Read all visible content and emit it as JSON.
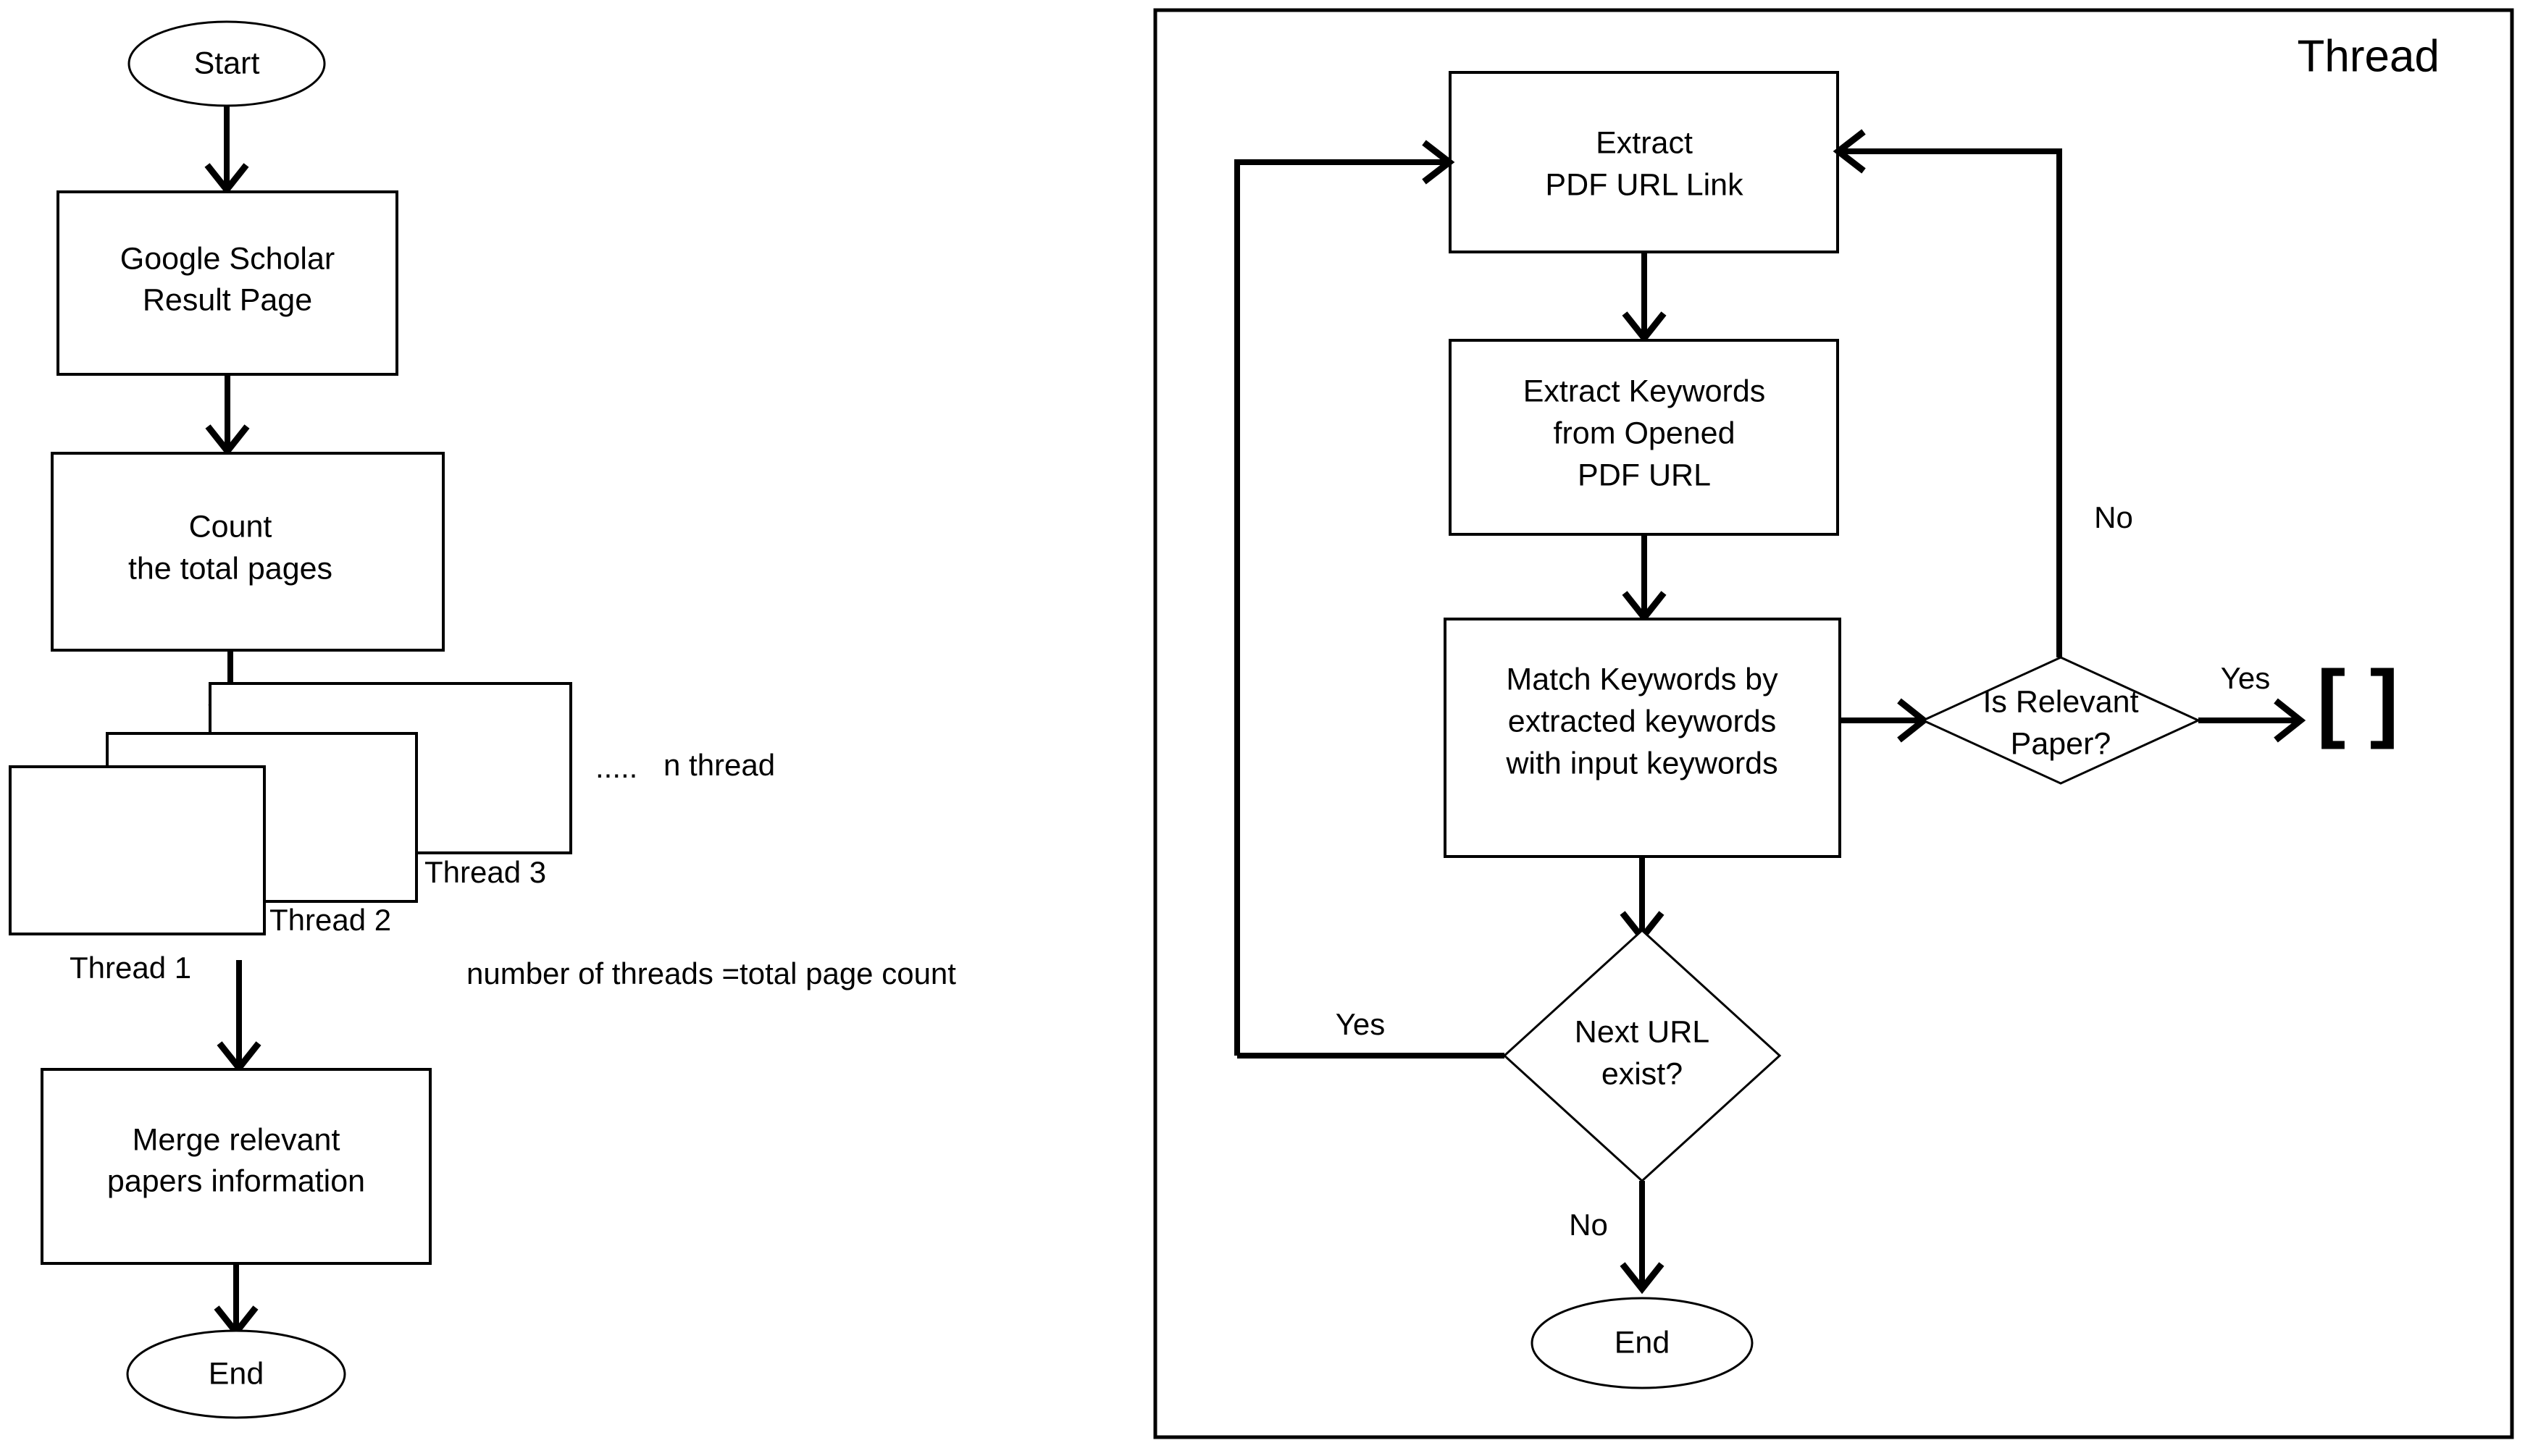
{
  "diagram": {
    "title": "Google Scholar multithreaded paper crawling flowchart",
    "panel": {
      "label": "Thread"
    },
    "main_flow": {
      "start_node": "Start",
      "nodes": [
        {
          "id": "google-scholar-result-page",
          "line1": "Google Scholar",
          "line2": "Result Page"
        },
        {
          "id": "count-total-pages",
          "line1": "Count",
          "line2": "the total pages"
        },
        {
          "id": "merge-relevant-papers",
          "line1": "Merge relevant",
          "line2": "papers information"
        }
      ],
      "end_node": "End",
      "thread_stack": {
        "labels": [
          "Thread 1",
          "Thread 2",
          "Thread 3"
        ],
        "ellipsis": ".....",
        "n_thread_label": "n thread",
        "note": "number of threads =total page count"
      }
    },
    "thread_flow": {
      "nodes": [
        {
          "id": "extract-pdf-url-link",
          "line1": "Extract",
          "line2": "PDF URL Link"
        },
        {
          "id": "extract-keywords",
          "line1": "Extract Keywords",
          "line2": "from Opened",
          "line3": "PDF URL"
        },
        {
          "id": "match-keywords",
          "line1": "Match Keywords by",
          "line2": "extracted keywords",
          "line3": "with input keywords"
        }
      ],
      "decisions": [
        {
          "id": "is-relevant-paper",
          "line1": "Is Relevant",
          "line2": "Paper?",
          "yes_label": "Yes",
          "no_label": "No"
        },
        {
          "id": "next-url-exist",
          "line1": "Next URL",
          "line2": "exist?",
          "yes_label": "Yes",
          "no_label": "No"
        }
      ],
      "result_symbol": "[ ]",
      "end_node": "End"
    },
    "colors": {
      "stroke": "#000000",
      "fill": "#ffffff",
      "text": "#000000"
    }
  }
}
